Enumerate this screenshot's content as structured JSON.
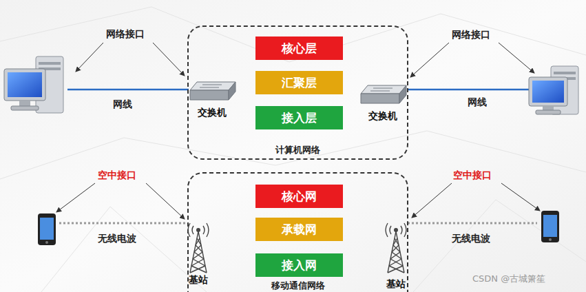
{
  "diagram": {
    "nodes": [
      {
        "text": [
          "计算机网络"
        ]
      },
      {
        "text": [
          "核心层"
        ],
        "in": 0
      },
      {
        "text": [
          "汇聚层"
        ],
        "in": 0
      },
      {
        "text": [
          "接入层"
        ],
        "in": 0
      },
      {
        "text": [
          "交换机"
        ],
        "in": 0
      },
      {
        "text": [
          "交换机"
        ],
        "in": 0
      },
      {
        "text": [
          "移动通信网络"
        ]
      },
      {
        "text": [
          "核心网"
        ],
        "in": 6
      },
      {
        "text": [
          "承载网"
        ],
        "in": 6
      },
      {
        "text": [
          "接入网"
        ],
        "in": 6
      },
      {
        "text": [
          "基站"
        ],
        "in": 6
      },
      {
        "text": [
          "基站"
        ],
        "in": 6
      }
    ],
    "labels": [
      "网络接口",
      "网线",
      "网络接口",
      "网线",
      "空中接口",
      "无线电波",
      "空中接口",
      "无线电波",
      "CSDN @古城箫笙"
    ]
  }
}
